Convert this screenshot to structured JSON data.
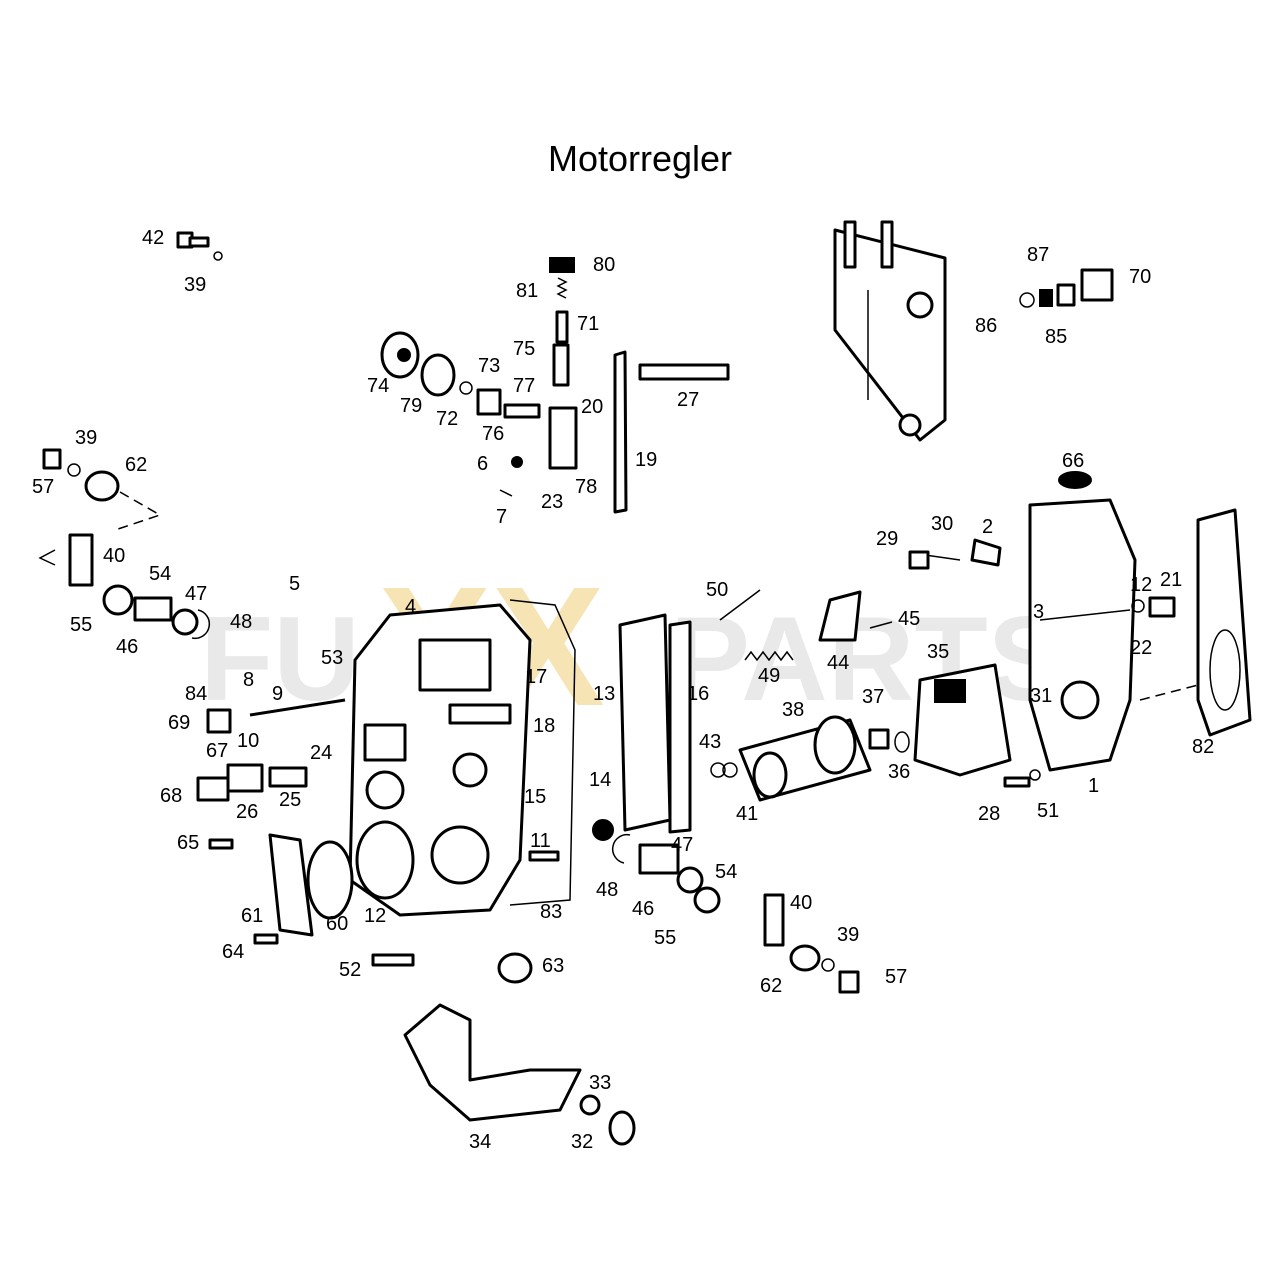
{
  "title": "Motorregler",
  "watermark": {
    "left": "FU",
    "middle": "XX",
    "right": "PARTS",
    "accent_color": "#f2cf7a",
    "gray_color": "#d8d8d8"
  },
  "callouts": [
    "42",
    "39",
    "80",
    "81",
    "71",
    "75",
    "73",
    "77",
    "74",
    "79",
    "72",
    "76",
    "6",
    "23",
    "78",
    "7",
    "20",
    "19",
    "27",
    "87",
    "70",
    "86",
    "85",
    "66",
    "39",
    "62",
    "57",
    "40",
    "54",
    "47",
    "48",
    "55",
    "46",
    "5",
    "4",
    "53",
    "8",
    "9",
    "84",
    "69",
    "67",
    "10",
    "68",
    "26",
    "24",
    "25",
    "65",
    "61",
    "60",
    "12",
    "64",
    "52",
    "63",
    "34",
    "33",
    "32",
    "17",
    "18",
    "13",
    "16",
    "50",
    "45",
    "44",
    "49",
    "29",
    "30",
    "2",
    "3",
    "35",
    "37",
    "38",
    "43",
    "41",
    "14",
    "15",
    "11",
    "47",
    "48",
    "46",
    "54",
    "55",
    "40",
    "39",
    "62",
    "57",
    "36",
    "31",
    "28",
    "51",
    "1",
    "12",
    "21",
    "22",
    "82",
    "83"
  ]
}
